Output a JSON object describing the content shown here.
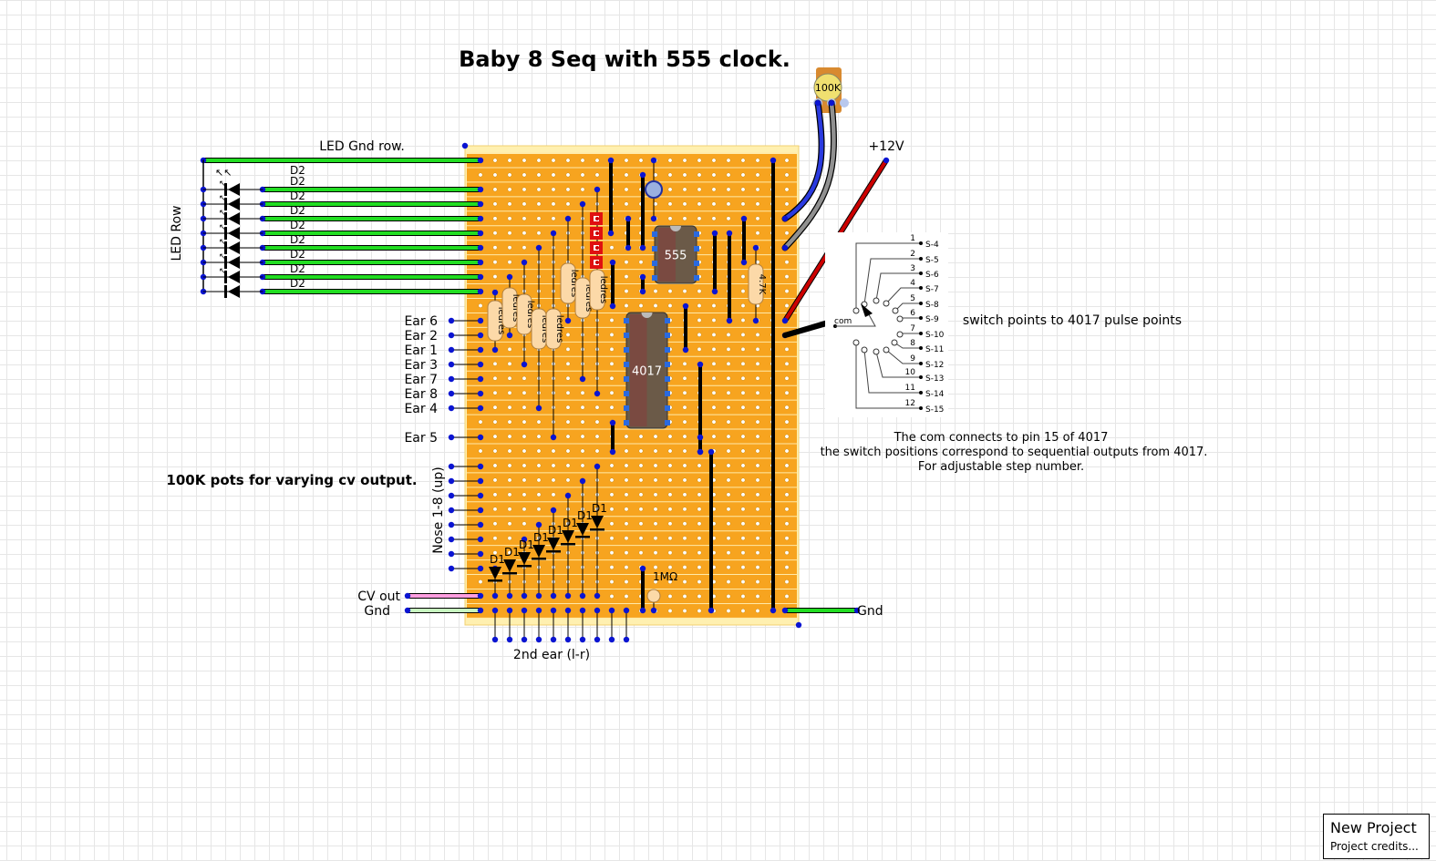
{
  "title": "Baby 8 Seq with 555 clock.",
  "labels": {
    "led_gnd_row": "LED Gnd row.",
    "led_row": "LED Row",
    "plus12v": "+12V",
    "switch_note": "switch points to 4017 pulse points",
    "com_note": [
      "The com connects to pin 15 of 4017",
      "the switch positions correspond to sequential outputs from 4017.",
      "For adjustable step number."
    ],
    "pots_note": "100K pots for varying cv output.",
    "nose": "Nose 1-8 (up)",
    "cv_out": "CV out",
    "gnd_left": "Gnd",
    "gnd_right": "Gnd",
    "second_ear": "2nd ear (l-r)"
  },
  "ears": [
    "Ear 6",
    "Ear 2",
    "Ear 1",
    "Ear 3",
    "Ear 7",
    "Ear 8",
    "Ear 4",
    "Ear 5"
  ],
  "components": {
    "led": "D2",
    "diode": "D1",
    "led_resistor": "ledres",
    "ic_clock": "555",
    "ic_counter": "4017",
    "resistor_47k": "4.7K",
    "resistor_1m": "1MΩ",
    "pot": "100K"
  },
  "rotary_switch": {
    "com": "com",
    "positions": [
      "1",
      "2",
      "3",
      "4",
      "5",
      "6",
      "7",
      "8",
      "9",
      "10",
      "11",
      "12"
    ],
    "terminals": [
      "S-4",
      "S-5",
      "S-6",
      "S-7",
      "S-8",
      "S-9",
      "S-10",
      "S-11",
      "S-12",
      "S-13",
      "S-14",
      "S-15"
    ]
  },
  "colors": {
    "board": "#f7a41f",
    "strip_line": "#ffe9a8",
    "pad": "#0a14d2",
    "wire_green": "#22dd22",
    "wire_red": "#cc0000",
    "wire_blue": "#2a3adf",
    "wire_gray": "#909090",
    "cv_wire": "#ff9ee0",
    "gnd_wire": "#c8f8c0"
  },
  "project": {
    "name": "New Project",
    "credits": "Project credits..."
  }
}
